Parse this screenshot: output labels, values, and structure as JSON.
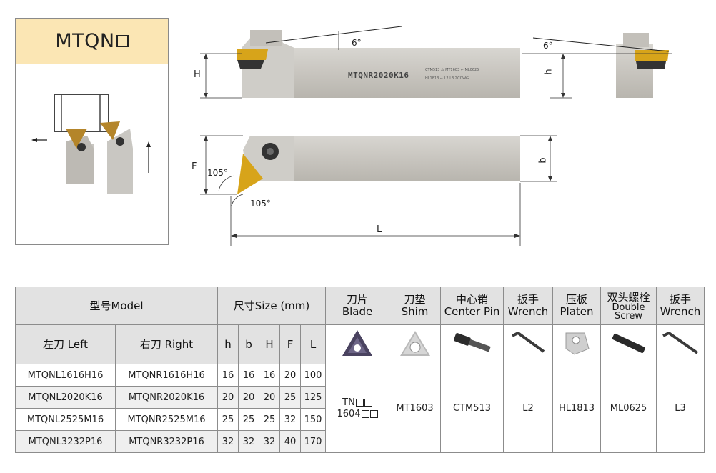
{
  "card": {
    "title": "MTQN",
    "title_box_glyph": "□"
  },
  "drawing": {
    "angle_top": "6°",
    "angle_side": "6°",
    "label_H": "H",
    "label_h": "h",
    "label_F": "F",
    "label_b": "b",
    "label_L": "L",
    "angle_105_a": "105°",
    "angle_105_b": "105°",
    "shank_marking": "MTQNR2020K16",
    "shank_spec_1": "CTM513 ⚠ MT1603 ⌐ ML0625",
    "shank_spec_2": "HL1813 ⌐ L2 L3 ZCCWG"
  },
  "table": {
    "headers": {
      "model": "型号Model",
      "size": "尺寸Size (mm)",
      "blade_cn": "刀片",
      "blade_en": "Blade",
      "shim_cn": "刀垫",
      "shim_en": "Shim",
      "pin_cn": "中心销",
      "pin_en": "Center Pin",
      "wrench_cn": "扳手",
      "wrench_en": "Wrench",
      "platen_cn": "压板",
      "platen_en": "Platen",
      "screw_cn": "双头螺栓",
      "screw_en1": "Double",
      "screw_en2": "Screw",
      "wrench2_cn": "扳手",
      "wrench2_en": "Wrench",
      "left": "左刀 Left",
      "right": "右刀 Right",
      "h": "h",
      "b": "b",
      "H": "H",
      "F": "F",
      "L": "L"
    },
    "icons": [
      "triangle-insert-icon",
      "triangle-shim-icon",
      "center-pin-icon",
      "allen-wrench-icon",
      "clamp-platen-icon",
      "double-screw-icon",
      "allen-wrench-icon"
    ],
    "rows": [
      {
        "left": "MTQNL1616H16",
        "right": "MTQNR1616H16",
        "h": "16",
        "b": "16",
        "H": "16",
        "F": "20",
        "L": "100"
      },
      {
        "left": "MTQNL2020K16",
        "right": "MTQNR2020K16",
        "h": "20",
        "b": "20",
        "H": "20",
        "F": "25",
        "L": "125"
      },
      {
        "left": "MTQNL2525M16",
        "right": "MTQNR2525M16",
        "h": "25",
        "b": "25",
        "H": "25",
        "F": "32",
        "L": "150"
      },
      {
        "left": "MTQNL3232P16",
        "right": "MTQNR3232P16",
        "h": "32",
        "b": "32",
        "H": "32",
        "F": "40",
        "L": "170"
      }
    ],
    "blade_1": "TN",
    "blade_2": "1604",
    "shim": "MT1603",
    "pin": "CTM513",
    "wrench": "L2",
    "platen": "HL1813",
    "screw": "ML0625",
    "wrench2": "L3"
  }
}
